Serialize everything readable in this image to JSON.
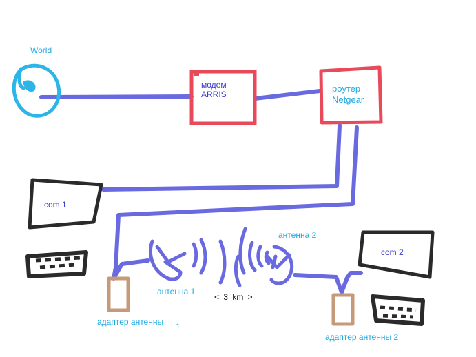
{
  "labels": {
    "world": "World",
    "modem": "модем ARRIS",
    "router": "роутер Netgear",
    "com1": "com 1",
    "com2": "com 2",
    "antenna1": "антенна 1",
    "antenna2": "антенна 2",
    "distance": "< 3 km >",
    "adapter1": "адаптер антенны",
    "adapter1_num": "1",
    "adapter2": "адаптер антенны 2"
  },
  "colors": {
    "cable": "#6a6ae0",
    "device_border": "#e84a5a",
    "computer": "#2a2a2a",
    "globe": "#2bb5e8",
    "adapter": "#c49a7a",
    "label_cyan": "#1ea8e0",
    "label_navy": "#3b3bd0"
  },
  "icons": {
    "world": "globe-icon",
    "com1_keyboard": "keyboard-icon",
    "com2_keyboard": "keyboard-icon",
    "antenna1": "dish-antenna-icon",
    "antenna2": "dish-antenna-icon"
  }
}
